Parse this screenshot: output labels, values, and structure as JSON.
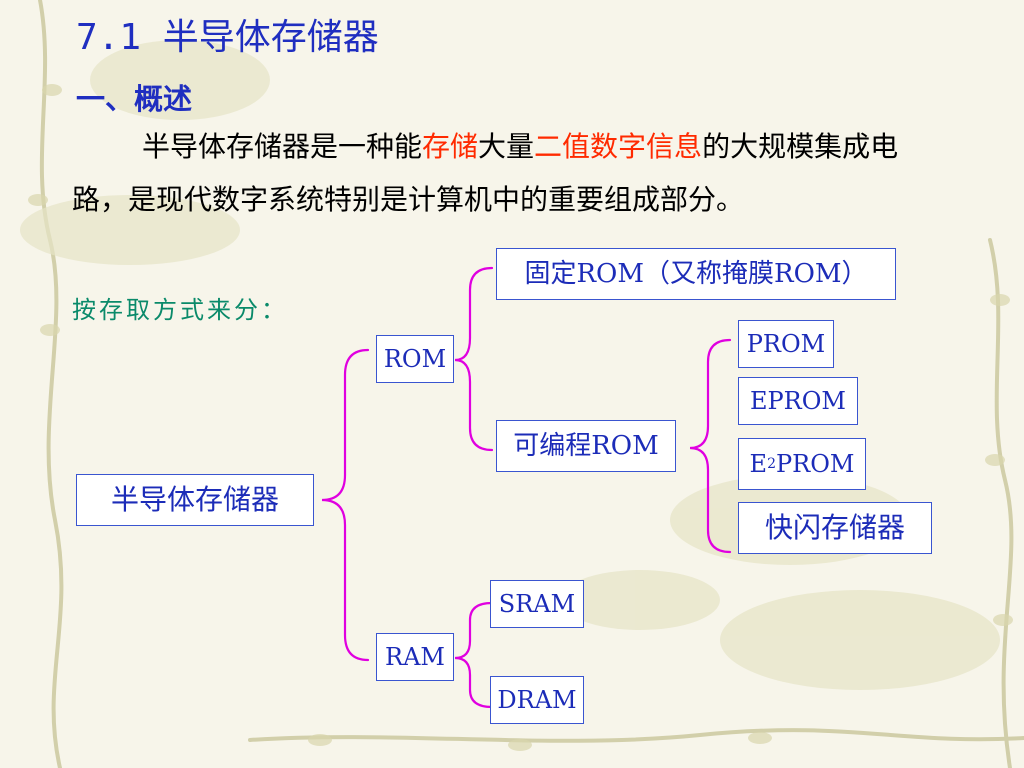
{
  "slide": {
    "title": "7.1  半导体存储器",
    "subtitle": "一、概述",
    "intro": {
      "part1": "半导体存储器是一种能",
      "emph1": "存储",
      "part2": "大量",
      "emph2": "二值数字信息",
      "part3": "的大规模集成电路，是现代数字系统特别是计算机中的重要组成部分。"
    },
    "classify_label": "按存取方式来分："
  },
  "tree": {
    "root": "半导体存储器",
    "rom": "ROM",
    "ram": "RAM",
    "fixed_rom": "固定ROM（又称掩膜ROM）",
    "prog_rom": "可编程ROM",
    "prom": "PROM",
    "eprom": "EPROM",
    "e2prom_prefix": "E",
    "e2prom_sup": "2",
    "e2prom_suffix": "PROM",
    "flash": "快闪存储器",
    "sram": "SRAM",
    "dram": "DRAM"
  },
  "colors": {
    "title": "#1f2ec0",
    "emphasis": "#ff2a00",
    "classify_label": "#0a8a6a",
    "brace": "#e000e0",
    "box_border": "#3a55d0"
  }
}
